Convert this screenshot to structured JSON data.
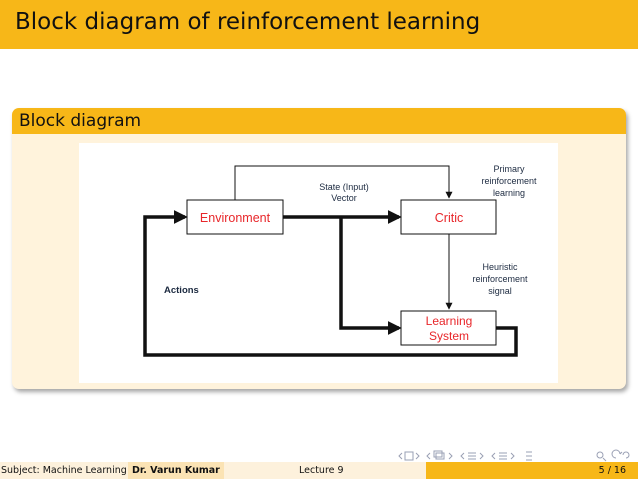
{
  "slide": {
    "title": "Block diagram of reinforcement learning"
  },
  "block": {
    "title": "Block diagram"
  },
  "diagram": {
    "environment": "Environment",
    "critic": "Critic",
    "learning_system_line1": "Learning",
    "learning_system_line2": "System",
    "state_vector_line1": "State (Input)",
    "state_vector_line2": "Vector",
    "primary_line1": "Primary",
    "primary_line2": "reinforcement",
    "primary_line3": "learning",
    "heuristic_line1": "Heuristic",
    "heuristic_line2": "reinforcement",
    "heuristic_line3": "signal",
    "actions": "Actions",
    "box_label_color": "#e8262a"
  },
  "footer": {
    "subject": "Subject: Machine Learning",
    "author": "Dr. Varun Kumar",
    "lecture": "Lecture 9",
    "page": "5 / 16"
  },
  "colors": {
    "accent": "#f7b718",
    "block_body": "#fff3dc"
  }
}
